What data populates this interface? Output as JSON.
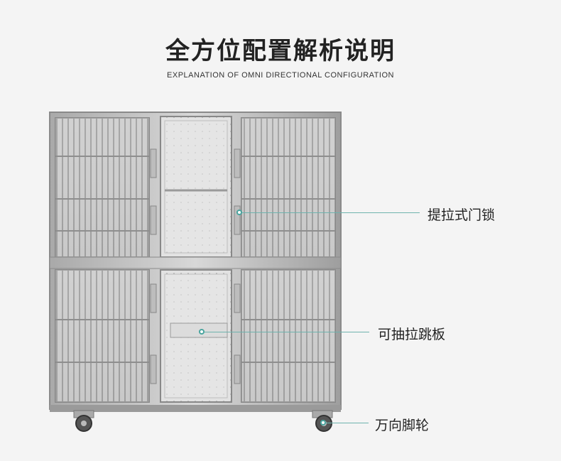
{
  "header": {
    "title": "全方位配置解析说明",
    "subtitle": "EXPLANATION OF OMNI DIRECTIONAL CONFIGURATION"
  },
  "callouts": [
    {
      "label": "提拉式门锁"
    },
    {
      "label": "可抽拉跳板"
    },
    {
      "label": "万向脚轮"
    }
  ],
  "colors": {
    "accent": "#4aa59f",
    "steel": "#c9c9c9",
    "background": "#f4f4f4"
  }
}
